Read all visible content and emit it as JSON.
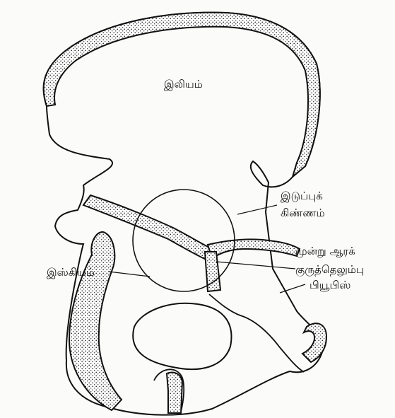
{
  "diagram": {
    "labels": {
      "ilium": "இலியம்",
      "acetabulum_line1": "இடுப்புக்",
      "acetabulum_line2": "கிண்ணம்",
      "triradiate_line1": "மூன்று ஆரக்",
      "triradiate_line2": "குருத்தெலும்பு",
      "ischium": "இஸ்கியம்",
      "pubis": "பியூபிஸ்"
    },
    "colors": {
      "line": "#111111",
      "cartilage_dots": "#1a1a1a",
      "background": "#fbfbf9"
    }
  }
}
